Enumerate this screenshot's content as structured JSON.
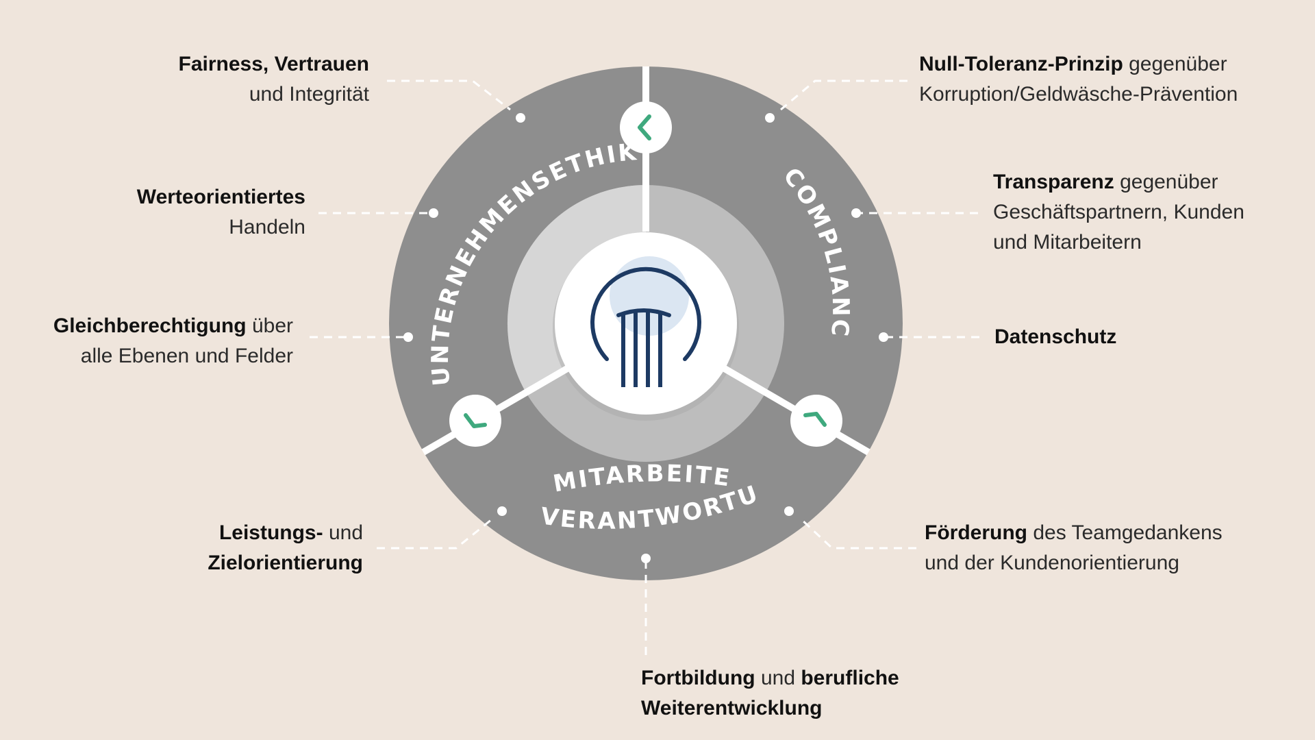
{
  "colors": {
    "background": "#efe5dc",
    "outer_ring": "#8e8e8e",
    "middle_ring": "#bdbdbd",
    "inner_ring": "#d6d6d6",
    "hub": "#ffffff",
    "column_icon": "#1d3a63",
    "chevron": "#3fa97e",
    "connector": "#ffffff",
    "text": "#1b1b1b"
  },
  "ring": {
    "segment_top_left": "UNTERNEHMENSETHIK",
    "segment_top_right": "COMPLIANCE",
    "segment_bottom_line1": "MITARBEITER-",
    "segment_bottom_line2": "VERANTWORTUNG"
  },
  "icons": {
    "center": "column-icon",
    "chevron_top": "chevron-left-icon",
    "chevron_left": "chevron-down-icon",
    "chevron_right": "chevron-up-icon"
  },
  "labels": {
    "fairness": {
      "bold1": "Fairness, Vertrauen",
      "plain2": "und Integrität"
    },
    "werte": {
      "bold1": "Werteorientiertes",
      "plain2": "Handeln"
    },
    "gleich": {
      "bold1": "Gleichberechtigung",
      "plain1": " über",
      "plain2": "alle Ebenen und Felder"
    },
    "leistung": {
      "bold1": "Leistungs-",
      "plain1": " und",
      "bold2": "Zielorientierung"
    },
    "null": {
      "bold1": "Null-Toleranz-Prinzip",
      "plain1": " gegenüber",
      "plain2": "Korruption/Geldwäsche-Prävention"
    },
    "transparenz": {
      "bold1": "Transparenz",
      "plain1": " gegenüber",
      "plain2": "Geschäftspartnern, Kunden",
      "plain3": "und Mitarbeitern"
    },
    "datenschutz": {
      "bold1": "Datenschutz"
    },
    "foerderung": {
      "bold1": "Förderung",
      "plain1": "  des Teamgedankens",
      "plain2": "und der Kundenorientierung"
    },
    "fortbildung": {
      "bold1": "Fortbildung",
      "plain1": " und ",
      "bold1b": "berufliche",
      "bold2": "Weiterentwicklung"
    }
  }
}
